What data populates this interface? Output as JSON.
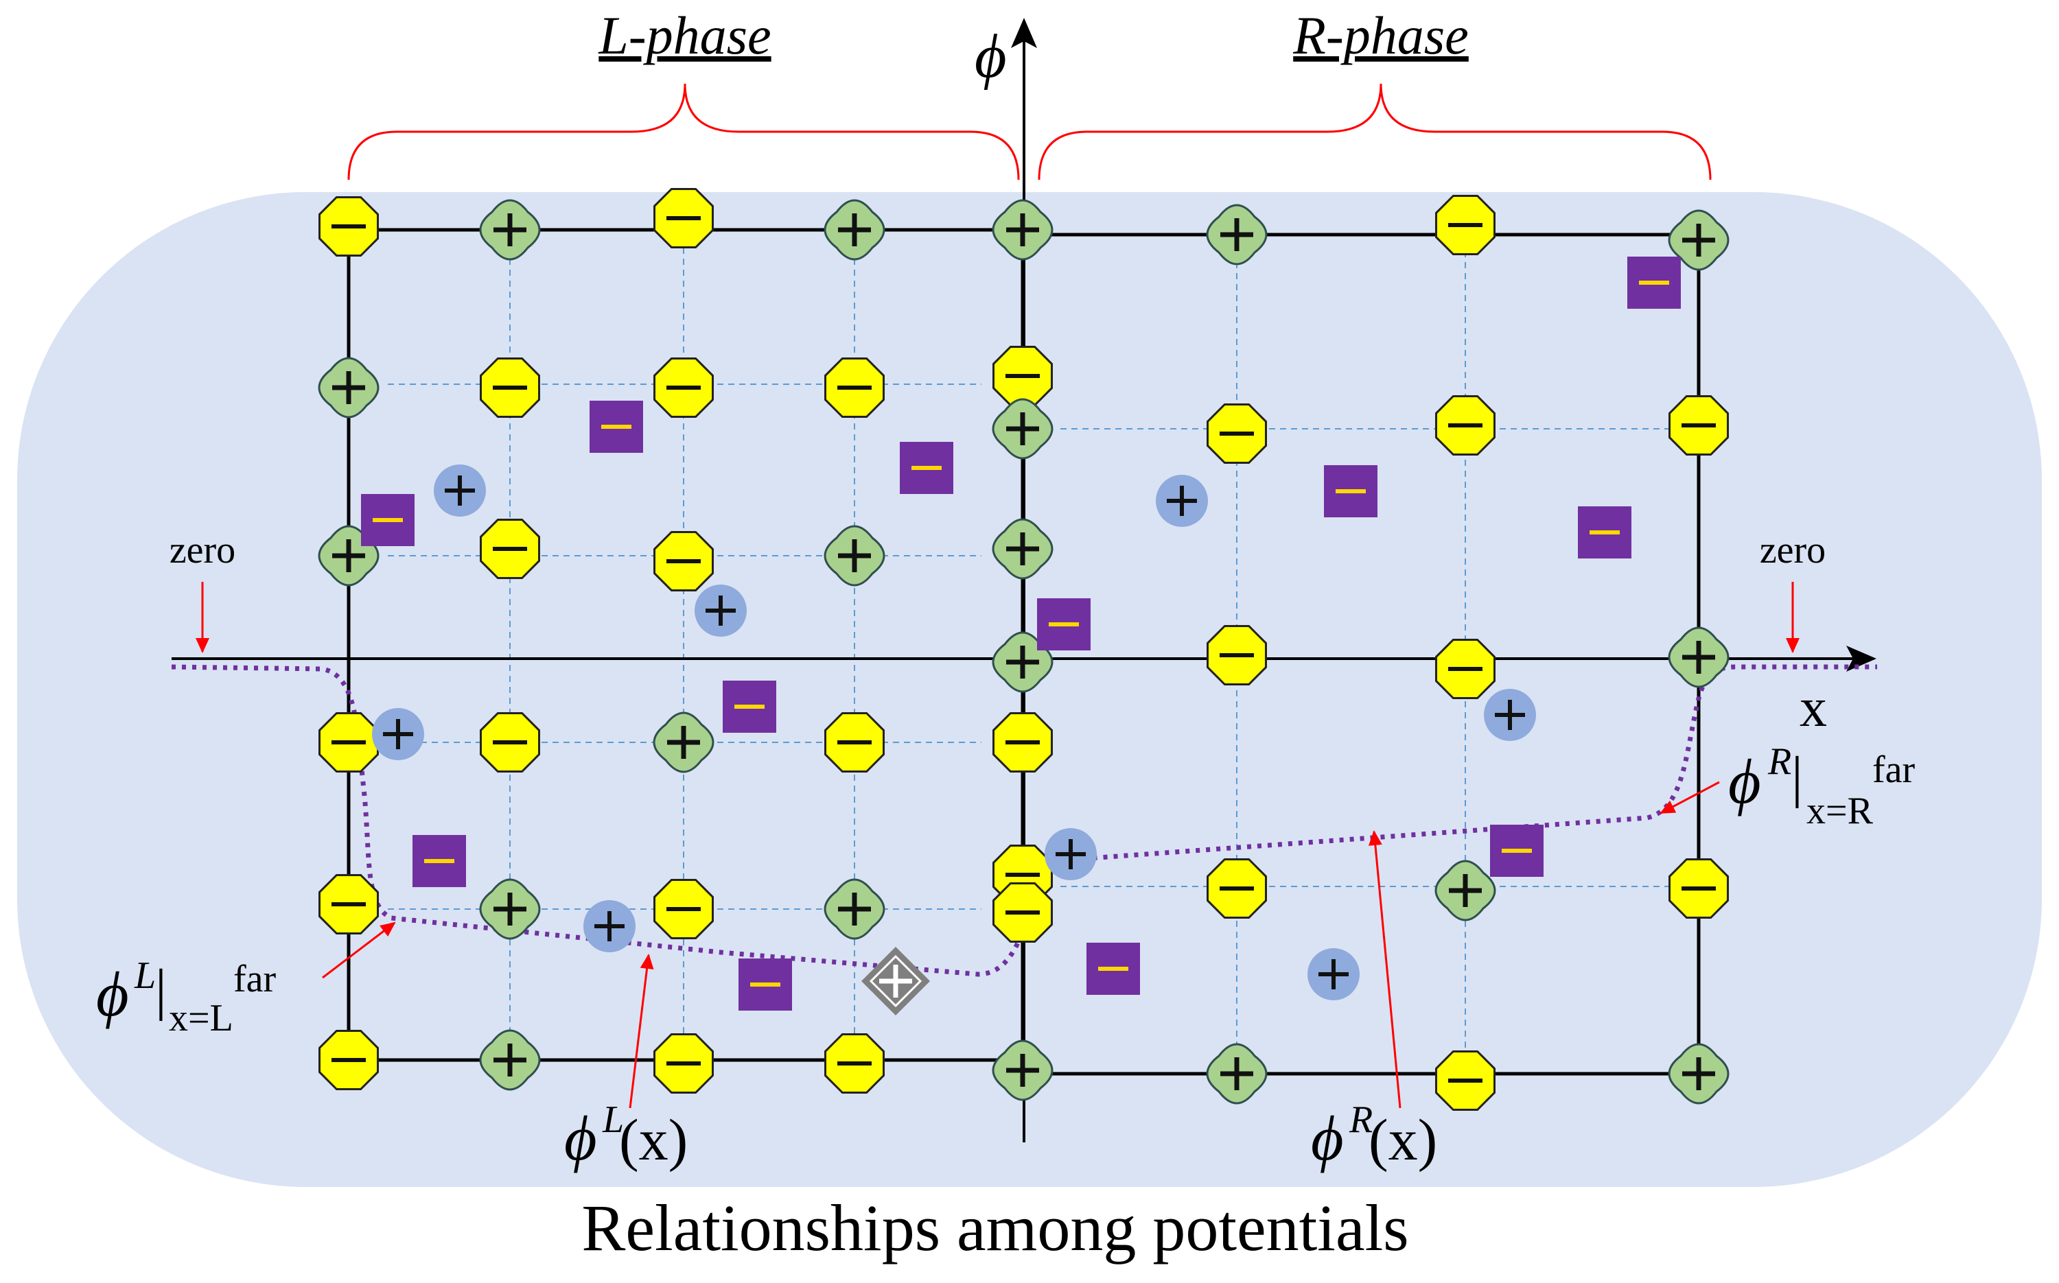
{
  "phases": {
    "left_label": "L-phase",
    "right_label": "R-phase"
  },
  "axes": {
    "y_symbol": "ϕ",
    "x_label": "x"
  },
  "zero_left": "zero",
  "zero_right": "zero",
  "labels": {
    "phi_L_far": {
      "base": "ϕ",
      "sup": "L",
      "bar": "|",
      "sub": "x=L",
      "far": "far"
    },
    "phi_R_far": {
      "base": "ϕ",
      "sup": "R",
      "bar": "|",
      "sub": "x=R",
      "far": "far"
    },
    "phi_L_x": {
      "base": "ϕ",
      "sup": "L",
      "arg": "(x)"
    },
    "phi_R_x": {
      "base": "ϕ",
      "sup": "R",
      "arg": "(x)"
    }
  },
  "caption": "Relationships among potentials",
  "colors": {
    "background_blob": "#dae3f3",
    "anion_site": "#ffff00",
    "cation_site": "#a9d18e",
    "mobile_anion": "#7030a0",
    "mobile_anion_bar": "#ffd700",
    "mobile_cation": "#8faadc",
    "potential_curve": "#7030a0",
    "annotation": "#ff0000",
    "grid_dash": "#5b9bd5"
  },
  "icons": {
    "anion_site": "octagon-minus-icon",
    "cation_site": "cross-plus-icon",
    "mobile_anion": "square-minus-icon",
    "mobile_cation": "circle-plus-icon",
    "vacancy": "diamond-plus-icon"
  }
}
